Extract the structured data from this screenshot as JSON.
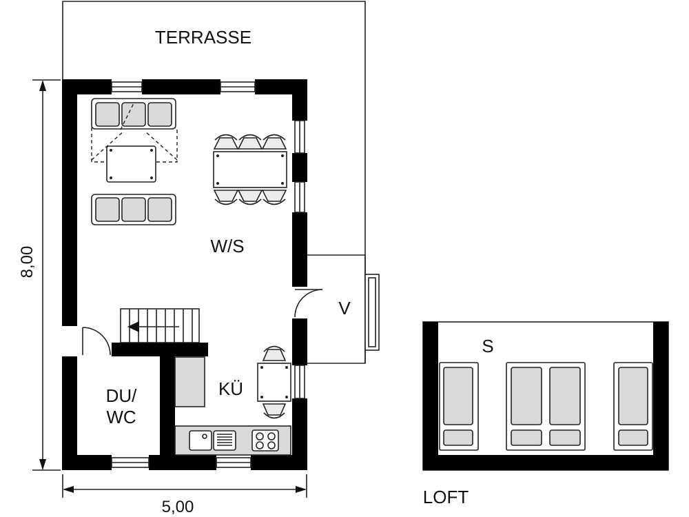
{
  "plan": {
    "rooms": {
      "terrace": "TERRASSE",
      "living": "W/S",
      "vestibule": "V",
      "kitchen": "KÜ",
      "bath_line1": "DU/",
      "bath_line2": "WC",
      "loft_bedroom": "S",
      "loft_caption": "LOFT"
    },
    "dimensions": {
      "height": "8,00",
      "width": "5,00"
    }
  }
}
